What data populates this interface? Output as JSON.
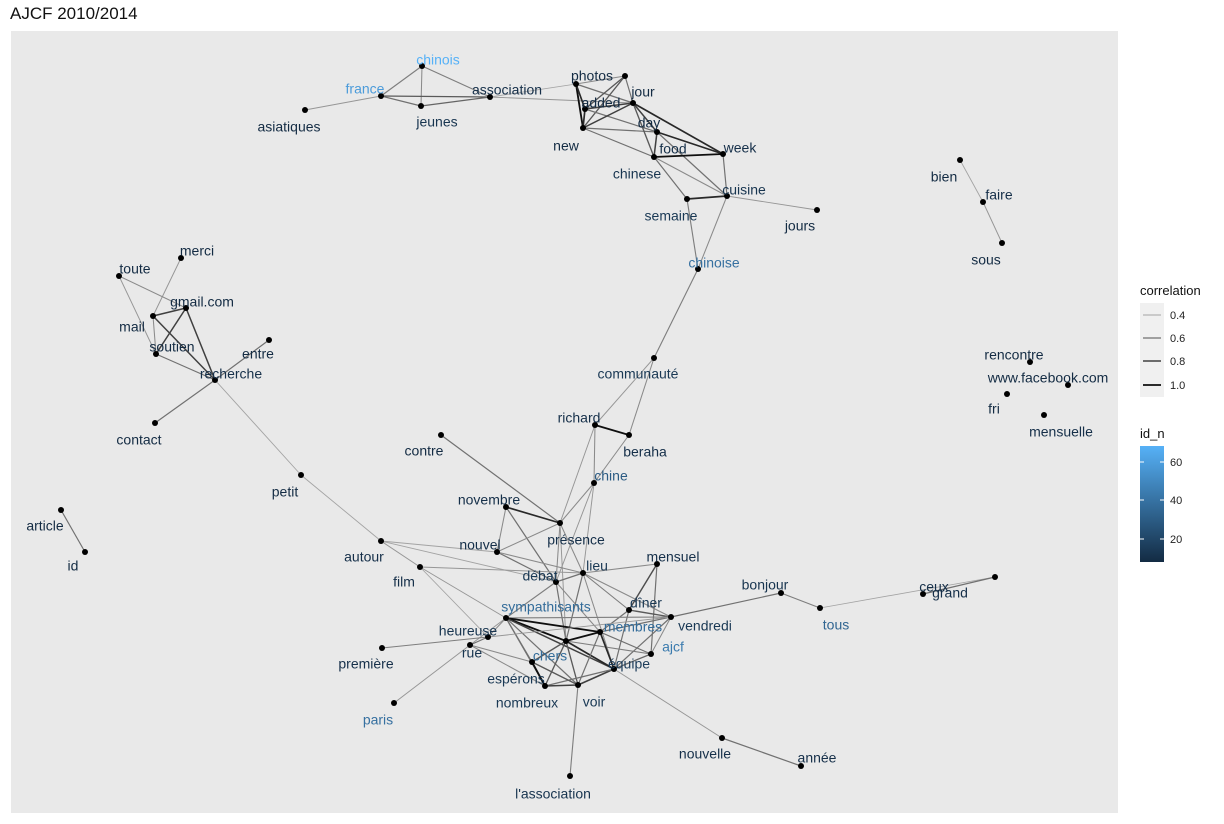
{
  "title": "AJCF 2010/2014",
  "chart_data": {
    "type": "network",
    "legend": {
      "correlation": {
        "title": "correlation",
        "ticks": [
          "0.4",
          "0.6",
          "0.8",
          "1.0"
        ]
      },
      "id_n": {
        "title": "id_n",
        "ticks": [
          "60",
          "40",
          "20"
        ],
        "low_color": "#132B43",
        "high_color": "#56B1F7"
      }
    },
    "nodes": [
      {
        "label": "chinois",
        "id_n": 70
      },
      {
        "label": "france",
        "id_n": 60
      },
      {
        "label": "association",
        "id_n": 10
      },
      {
        "label": "jeunes",
        "id_n": 12
      },
      {
        "label": "asiatiques",
        "id_n": 8
      },
      {
        "label": "photos",
        "id_n": 8
      },
      {
        "label": "jour",
        "id_n": 8
      },
      {
        "label": "added",
        "id_n": 8
      },
      {
        "label": "day",
        "id_n": 8
      },
      {
        "label": "new",
        "id_n": 8
      },
      {
        "label": "food",
        "id_n": 10
      },
      {
        "label": "week",
        "id_n": 10
      },
      {
        "label": "chinese",
        "id_n": 12
      },
      {
        "label": "cuisine",
        "id_n": 12
      },
      {
        "label": "semaine",
        "id_n": 14
      },
      {
        "label": "jours",
        "id_n": 8
      },
      {
        "label": "chinoise",
        "id_n": 40
      },
      {
        "label": "bien",
        "id_n": 8
      },
      {
        "label": "faire",
        "id_n": 10
      },
      {
        "label": "sous",
        "id_n": 8
      },
      {
        "label": "merci",
        "id_n": 8
      },
      {
        "label": "toute",
        "id_n": 8
      },
      {
        "label": "gmail.com",
        "id_n": 8
      },
      {
        "label": "mail",
        "id_n": 8
      },
      {
        "label": "soutien",
        "id_n": 8
      },
      {
        "label": "entre",
        "id_n": 8
      },
      {
        "label": "recherche",
        "id_n": 10
      },
      {
        "label": "contact",
        "id_n": 8
      },
      {
        "label": "communauté",
        "id_n": 14
      },
      {
        "label": "rencontre",
        "id_n": 8
      },
      {
        "label": "www.facebook.com",
        "id_n": 8
      },
      {
        "label": "fri",
        "id_n": 8
      },
      {
        "label": "mensuelle",
        "id_n": 10
      },
      {
        "label": "richard",
        "id_n": 10
      },
      {
        "label": "beraha",
        "id_n": 10
      },
      {
        "label": "contre",
        "id_n": 8
      },
      {
        "label": "chine",
        "id_n": 30
      },
      {
        "label": "petit",
        "id_n": 8
      },
      {
        "label": "novembre",
        "id_n": 10
      },
      {
        "label": "article",
        "id_n": 8
      },
      {
        "label": "présence",
        "id_n": 10
      },
      {
        "label": "id",
        "id_n": 8
      },
      {
        "label": "nouvel",
        "id_n": 10
      },
      {
        "label": "autour",
        "id_n": 10
      },
      {
        "label": "lieu",
        "id_n": 14
      },
      {
        "label": "mensuel",
        "id_n": 10
      },
      {
        "label": "débat",
        "id_n": 14
      },
      {
        "label": "film",
        "id_n": 10
      },
      {
        "label": "bonjour",
        "id_n": 12
      },
      {
        "label": "ceux",
        "id_n": 10
      },
      {
        "label": "grand",
        "id_n": 10
      },
      {
        "label": "sympathisants",
        "id_n": 38
      },
      {
        "label": "dîner",
        "id_n": 14
      },
      {
        "label": "tous",
        "id_n": 35
      },
      {
        "label": "membres",
        "id_n": 38
      },
      {
        "label": "vendredi",
        "id_n": 14
      },
      {
        "label": "heureuse",
        "id_n": 12
      },
      {
        "label": "ajcf",
        "id_n": 45
      },
      {
        "label": "rue",
        "id_n": 12
      },
      {
        "label": "chers",
        "id_n": 38
      },
      {
        "label": "équipe",
        "id_n": 16
      },
      {
        "label": "première",
        "id_n": 10
      },
      {
        "label": "espérons",
        "id_n": 14
      },
      {
        "label": "nombreux",
        "id_n": 14
      },
      {
        "label": "voir",
        "id_n": 14
      },
      {
        "label": "paris",
        "id_n": 40
      },
      {
        "label": "nouvelle",
        "id_n": 10
      },
      {
        "label": "année",
        "id_n": 10
      },
      {
        "label": "l'association",
        "id_n": 12
      }
    ],
    "edges": [
      {
        "source": "chinois",
        "target": "france",
        "correlation": 0.55
      },
      {
        "source": "chinois",
        "target": "jeunes",
        "correlation": 0.5
      },
      {
        "source": "chinois",
        "target": "association",
        "correlation": 0.55
      },
      {
        "source": "france",
        "target": "jeunes",
        "correlation": 0.6
      },
      {
        "source": "france",
        "target": "association",
        "correlation": 0.7
      },
      {
        "source": "jeunes",
        "target": "association",
        "correlation": 0.65
      },
      {
        "source": "france",
        "target": "asiatiques",
        "correlation": 0.45
      },
      {
        "source": "association",
        "target": "photos",
        "correlation": 0.4
      },
      {
        "source": "association",
        "target": "day",
        "correlation": 0.45
      },
      {
        "source": "photos",
        "target": "new",
        "correlation": 1.0
      },
      {
        "source": "photos",
        "target": "added",
        "correlation": 0.9
      },
      {
        "source": "photos",
        "target": "jour",
        "correlation": 0.5
      },
      {
        "source": "photos",
        "target": "day",
        "correlation": 0.6
      },
      {
        "source": "jour",
        "target": "added",
        "correlation": 0.7
      },
      {
        "source": "jour",
        "target": "day",
        "correlation": 0.6
      },
      {
        "source": "jour",
        "target": "new",
        "correlation": 0.7
      },
      {
        "source": "added",
        "target": "day",
        "correlation": 0.8
      },
      {
        "source": "added",
        "target": "new",
        "correlation": 0.9
      },
      {
        "source": "added",
        "target": "food",
        "correlation": 0.6
      },
      {
        "source": "new",
        "target": "day",
        "correlation": 0.8
      },
      {
        "source": "new",
        "target": "chinese",
        "correlation": 0.6
      },
      {
        "source": "new",
        "target": "food",
        "correlation": 0.6
      },
      {
        "source": "day",
        "target": "food",
        "correlation": 0.8
      },
      {
        "source": "day",
        "target": "chinese",
        "correlation": 0.7
      },
      {
        "source": "day",
        "target": "week",
        "correlation": 0.9
      },
      {
        "source": "food",
        "target": "week",
        "correlation": 0.9
      },
      {
        "source": "food",
        "target": "chinese",
        "correlation": 0.8
      },
      {
        "source": "food",
        "target": "cuisine",
        "correlation": 0.6
      },
      {
        "source": "chinese",
        "target": "week",
        "correlation": 1.0
      },
      {
        "source": "chinese",
        "target": "semaine",
        "correlation": 0.6
      },
      {
        "source": "chinese",
        "target": "cuisine",
        "correlation": 0.5
      },
      {
        "source": "week",
        "target": "cuisine",
        "correlation": 0.6
      },
      {
        "source": "cuisine",
        "target": "semaine",
        "correlation": 0.9
      },
      {
        "source": "cuisine",
        "target": "jours",
        "correlation": 0.45
      },
      {
        "source": "semaine",
        "target": "chinoise",
        "correlation": 0.55
      },
      {
        "source": "cuisine",
        "target": "chinoise",
        "correlation": 0.5
      },
      {
        "source": "chinoise",
        "target": "communauté",
        "correlation": 0.55
      },
      {
        "source": "bien",
        "target": "faire",
        "correlation": 0.4
      },
      {
        "source": "faire",
        "target": "sous",
        "correlation": 0.45
      },
      {
        "source": "merci",
        "target": "mail",
        "correlation": 0.45
      },
      {
        "source": "toute",
        "target": "gmail.com",
        "correlation": 0.5
      },
      {
        "source": "toute",
        "target": "soutien",
        "correlation": 0.45
      },
      {
        "source": "gmail.com",
        "target": "mail",
        "correlation": 0.8
      },
      {
        "source": "gmail.com",
        "target": "soutien",
        "correlation": 0.8
      },
      {
        "source": "gmail.com",
        "target": "recherche",
        "correlation": 0.8
      },
      {
        "source": "mail",
        "target": "soutien",
        "correlation": 0.5
      },
      {
        "source": "mail",
        "target": "recherche",
        "correlation": 0.8
      },
      {
        "source": "soutien",
        "target": "recherche",
        "correlation": 0.6
      },
      {
        "source": "entre",
        "target": "recherche",
        "correlation": 0.6
      },
      {
        "source": "contact",
        "target": "recherche",
        "correlation": 0.6
      },
      {
        "source": "recherche",
        "target": "petit",
        "correlation": 0.4
      },
      {
        "source": "communauté",
        "target": "richard",
        "correlation": 0.45
      },
      {
        "source": "communauté",
        "target": "beraha",
        "correlation": 0.5
      },
      {
        "source": "richard",
        "target": "beraha",
        "correlation": 1.0
      },
      {
        "source": "richard",
        "target": "chine",
        "correlation": 0.5
      },
      {
        "source": "richard",
        "target": "présence",
        "correlation": 0.45
      },
      {
        "source": "beraha",
        "target": "chine",
        "correlation": 0.5
      },
      {
        "source": "chine",
        "target": "présence",
        "correlation": 0.5
      },
      {
        "source": "chine",
        "target": "débat",
        "correlation": 0.45
      },
      {
        "source": "chine",
        "target": "lieu",
        "correlation": 0.45
      },
      {
        "source": "contre",
        "target": "présence",
        "correlation": 0.6
      },
      {
        "source": "novembre",
        "target": "présence",
        "correlation": 0.9
      },
      {
        "source": "novembre",
        "target": "nouvel",
        "correlation": 0.5
      },
      {
        "source": "novembre",
        "target": "débat",
        "correlation": 0.6
      },
      {
        "source": "présence",
        "target": "nouvel",
        "correlation": 0.5
      },
      {
        "source": "présence",
        "target": "débat",
        "correlation": 0.5
      },
      {
        "source": "présence",
        "target": "lieu",
        "correlation": 0.5
      },
      {
        "source": "présence",
        "target": "chers",
        "correlation": 0.45
      },
      {
        "source": "petit",
        "target": "autour",
        "correlation": 0.4
      },
      {
        "source": "article",
        "target": "id",
        "correlation": 0.6
      },
      {
        "source": "autour",
        "target": "film",
        "correlation": 0.45
      },
      {
        "source": "autour",
        "target": "débat",
        "correlation": 0.4
      },
      {
        "source": "autour",
        "target": "nouvel",
        "correlation": 0.4
      },
      {
        "source": "film",
        "target": "lieu",
        "correlation": 0.45
      },
      {
        "source": "film",
        "target": "sympathisants",
        "correlation": 0.45
      },
      {
        "source": "film",
        "target": "heureuse",
        "correlation": 0.4
      },
      {
        "source": "nouvel",
        "target": "débat",
        "correlation": 0.6
      },
      {
        "source": "nouvel",
        "target": "lieu",
        "correlation": 0.5
      },
      {
        "source": "débat",
        "target": "lieu",
        "correlation": 0.6
      },
      {
        "source": "débat",
        "target": "sympathisants",
        "correlation": 0.55
      },
      {
        "source": "débat",
        "target": "chers",
        "correlation": 0.6
      },
      {
        "source": "débat",
        "target": "membres",
        "correlation": 0.5
      },
      {
        "source": "lieu",
        "target": "dîner",
        "correlation": 0.55
      },
      {
        "source": "lieu",
        "target": "chers",
        "correlation": 0.6
      },
      {
        "source": "lieu",
        "target": "équipe",
        "correlation": 0.5
      },
      {
        "source": "lieu",
        "target": "vendredi",
        "correlation": 0.5
      },
      {
        "source": "mensuel",
        "target": "dîner",
        "correlation": 0.75
      },
      {
        "source": "mensuel",
        "target": "ajcf",
        "correlation": 0.6
      },
      {
        "source": "mensuel",
        "target": "lieu",
        "correlation": 0.5
      },
      {
        "source": "dîner",
        "target": "vendredi",
        "correlation": 0.7
      },
      {
        "source": "dîner",
        "target": "membres",
        "correlation": 0.6
      },
      {
        "source": "dîner",
        "target": "équipe",
        "correlation": 0.6
      },
      {
        "source": "bonjour",
        "target": "vendredi",
        "correlation": 0.6
      },
      {
        "source": "bonjour",
        "target": "tous",
        "correlation": 0.55
      },
      {
        "source": "tous",
        "target": "ceux",
        "correlation": 0.4
      },
      {
        "source": "ceux",
        "target": "grand",
        "correlation": 0.6
      },
      {
        "source": "vendredi",
        "target": "équipe",
        "correlation": 0.6
      },
      {
        "source": "vendredi",
        "target": "membres",
        "correlation": 0.6
      },
      {
        "source": "vendredi",
        "target": "sympathisants",
        "correlation": 0.55
      },
      {
        "source": "vendredi",
        "target": "ajcf",
        "correlation": 0.5
      },
      {
        "source": "sympathisants",
        "target": "chers",
        "correlation": 1.0
      },
      {
        "source": "sympathisants",
        "target": "membres",
        "correlation": 1.0
      },
      {
        "source": "sympathisants",
        "target": "équipe",
        "correlation": 0.8
      },
      {
        "source": "sympathisants",
        "target": "heureuse",
        "correlation": 0.5
      },
      {
        "source": "sympathisants",
        "target": "espérons",
        "correlation": 0.6
      },
      {
        "source": "sympathisants",
        "target": "nombreux",
        "correlation": 0.6
      },
      {
        "source": "sympathisants",
        "target": "rue",
        "correlation": 0.45
      },
      {
        "source": "sympathisants",
        "target": "voir",
        "correlation": 0.6
      },
      {
        "source": "chers",
        "target": "membres",
        "correlation": 1.0
      },
      {
        "source": "chers",
        "target": "équipe",
        "correlation": 0.9
      },
      {
        "source": "chers",
        "target": "espérons",
        "correlation": 0.7
      },
      {
        "source": "chers",
        "target": "nombreux",
        "correlation": 0.7
      },
      {
        "source": "chers",
        "target": "voir",
        "correlation": 0.7
      },
      {
        "source": "chers",
        "target": "ajcf",
        "correlation": 0.55
      },
      {
        "source": "membres",
        "target": "équipe",
        "correlation": 0.9
      },
      {
        "source": "membres",
        "target": "ajcf",
        "correlation": 0.6
      },
      {
        "source": "membres",
        "target": "voir",
        "correlation": 0.6
      },
      {
        "source": "équipe",
        "target": "ajcf",
        "correlation": 0.65
      },
      {
        "source": "équipe",
        "target": "voir",
        "correlation": 0.8
      },
      {
        "source": "équipe",
        "target": "nombreux",
        "correlation": 0.6
      },
      {
        "source": "équipe",
        "target": "nouvelle",
        "correlation": 0.45
      },
      {
        "source": "heureuse",
        "target": "rue",
        "correlation": 0.6
      },
      {
        "source": "heureuse",
        "target": "première",
        "correlation": 0.55
      },
      {
        "source": "heureuse",
        "target": "vendredi",
        "correlation": 0.45
      },
      {
        "source": "rue",
        "target": "espérons",
        "correlation": 0.5
      },
      {
        "source": "rue",
        "target": "nombreux",
        "correlation": 0.5
      },
      {
        "source": "rue",
        "target": "paris",
        "correlation": 0.45
      },
      {
        "source": "espérons",
        "target": "nombreux",
        "correlation": 1.0
      },
      {
        "source": "espérons",
        "target": "voir",
        "correlation": 0.7
      },
      {
        "source": "nombreux",
        "target": "voir",
        "correlation": 0.8
      },
      {
        "source": "voir",
        "target": "l'association",
        "correlation": 0.55
      },
      {
        "source": "nouvelle",
        "target": "année",
        "correlation": 0.6
      }
    ]
  }
}
